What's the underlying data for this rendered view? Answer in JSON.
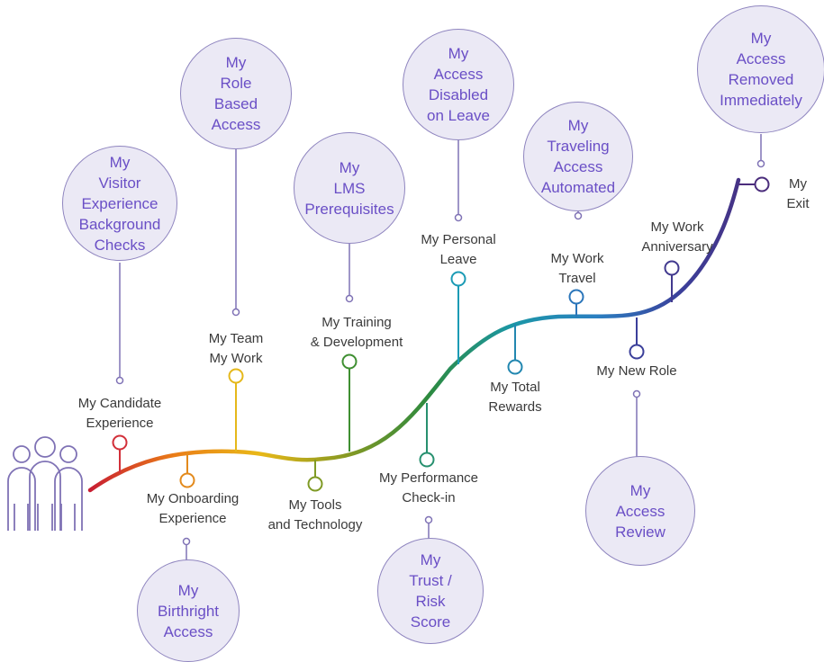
{
  "colors": {
    "bubble_fill": "#ebe9f5",
    "bubble_border": "#8f85bf",
    "bubble_text": "#6a4fc6",
    "stem": "#7f72b5",
    "label_text": "#3a3a3a",
    "path_gradient": [
      "#c81e32",
      "#ea7d17",
      "#e9b818",
      "#8a9a22",
      "#2d8a3e",
      "#1b97a6",
      "#2b7fc1",
      "#3b3f9a",
      "#4b2d7c"
    ]
  },
  "icons": {
    "people": "group-of-people-icon"
  },
  "milestones": [
    {
      "id": "candidate",
      "label": "My Candidate\nExperience",
      "color": "#d2303a"
    },
    {
      "id": "onboarding",
      "label": "My Onboarding\nExperience",
      "color": "#e38a1c"
    },
    {
      "id": "team",
      "label": "My Team\nMy Work",
      "color": "#e5b81b"
    },
    {
      "id": "tools",
      "label": "My Tools\nand Technology",
      "color": "#7f9a25"
    },
    {
      "id": "training",
      "label": "My Training\n& Development",
      "color": "#3f8f32"
    },
    {
      "id": "performance",
      "label": "My Performance\nCheck-in",
      "color": "#27906f"
    },
    {
      "id": "personal-leave",
      "label": "My Personal\nLeave",
      "color": "#1c9bb5"
    },
    {
      "id": "total-rewards",
      "label": "My Total\nRewards",
      "color": "#2287b0"
    },
    {
      "id": "work-travel",
      "label": "My Work\nTravel",
      "color": "#2b76ba"
    },
    {
      "id": "new-role",
      "label": "My New Role",
      "color": "#3b3f9a"
    },
    {
      "id": "anniversary",
      "label": "My Work\nAnniversary",
      "color": "#423a8f"
    },
    {
      "id": "exit",
      "label": "My Exit",
      "color": "#4b2d7c"
    }
  ],
  "bubbles": [
    {
      "id": "visitor",
      "text": "My\nVisitor\nExperience\nBackground\nChecks"
    },
    {
      "id": "role-based",
      "text": "My\nRole\nBased\nAccess"
    },
    {
      "id": "lms",
      "text": "My\nLMS\nPrerequisites"
    },
    {
      "id": "disabled-leave",
      "text": "My\nAccess\nDisabled\non Leave"
    },
    {
      "id": "traveling",
      "text": "My\nTraveling\nAccess\nAutomated"
    },
    {
      "id": "removed",
      "text": "My\nAccess\nRemoved\nImmediately"
    },
    {
      "id": "birthright",
      "text": "My\nBirthright\nAccess"
    },
    {
      "id": "trust-risk",
      "text": "My\nTrust /\nRisk\nScore"
    },
    {
      "id": "access-review",
      "text": "My\nAccess\nReview"
    }
  ]
}
